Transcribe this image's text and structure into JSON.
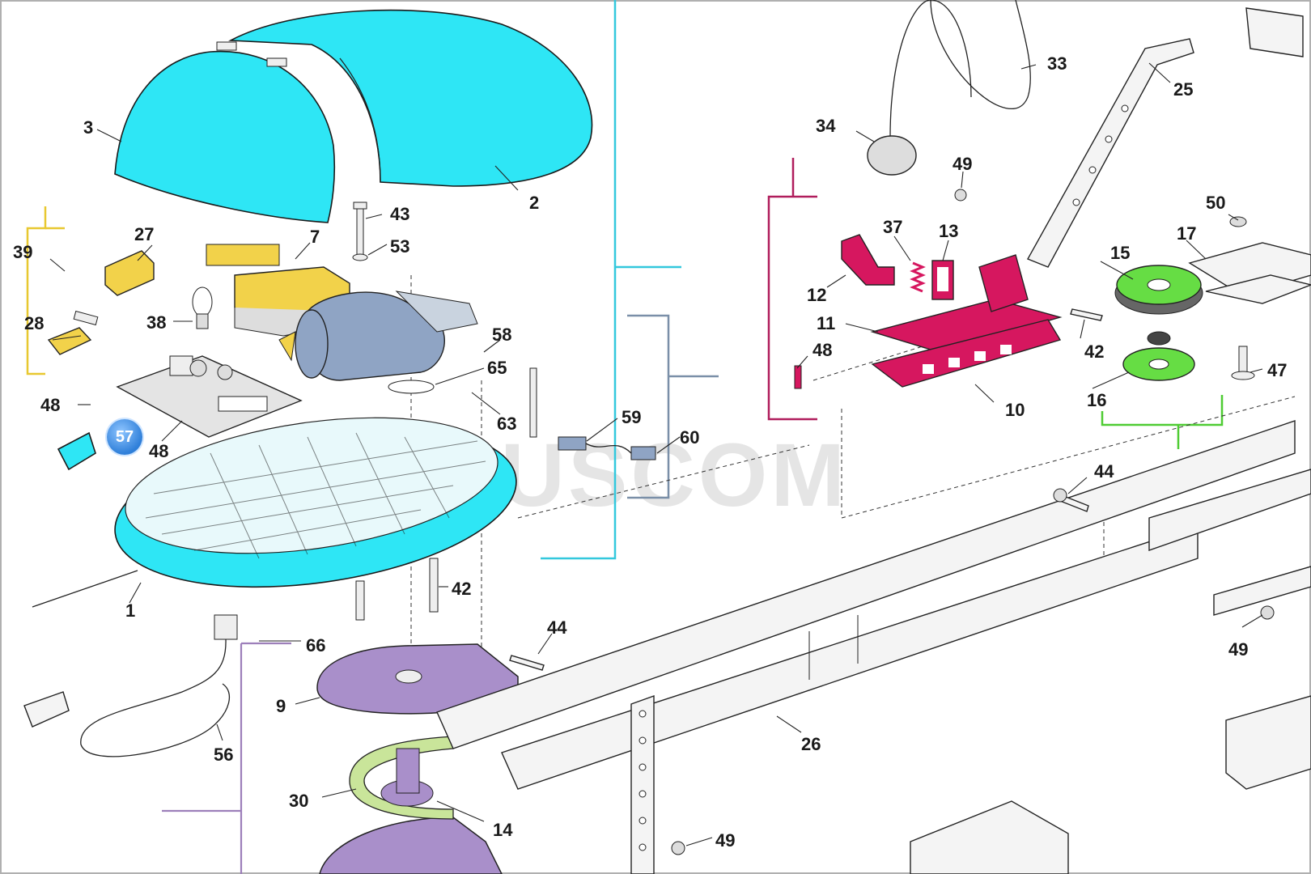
{
  "watermark": "PLUSCOM",
  "hotspot": {
    "label": "57",
    "color": "#2f7fd9"
  },
  "group_colors": {
    "cover": "#2ee6f5",
    "motor_group": "#2ee6f5",
    "carriage": "#d6175f",
    "gears": "#66dd44",
    "gearbox": "#a98fca",
    "lamp_group": "#f2d24a"
  },
  "labels": {
    "l1": "1",
    "l2": "2",
    "l3": "3",
    "l7": "7",
    "l9": "9",
    "l10": "10",
    "l11": "11",
    "l12": "12",
    "l13": "13",
    "l14": "14",
    "l15": "15",
    "l16": "16",
    "l17": "17",
    "l25": "25",
    "l26": "26",
    "l27": "27",
    "l28": "28",
    "l30": "30",
    "l33": "33",
    "l34": "34",
    "l37": "37",
    "l38": "38",
    "l39": "39",
    "l42a": "42",
    "l42b": "42",
    "l43": "43",
    "l44a": "44",
    "l44b": "44",
    "l47": "47",
    "l48a": "48",
    "l48b": "48",
    "l48c": "48",
    "l49a": "49",
    "l49b": "49",
    "l49c": "49",
    "l50": "50",
    "l53": "53",
    "l56": "56",
    "l58": "58",
    "l59": "59",
    "l60": "60",
    "l63": "63",
    "l65": "65",
    "l66": "66"
  }
}
